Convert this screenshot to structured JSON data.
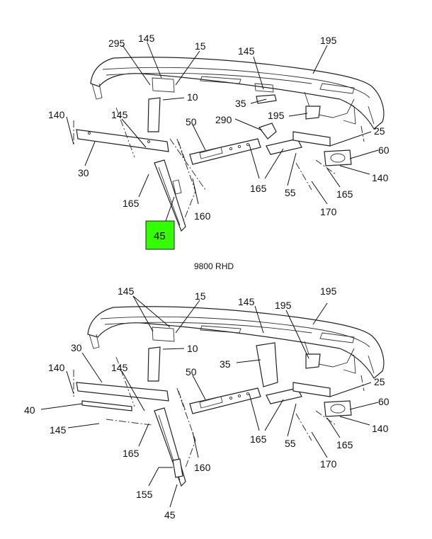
{
  "diagram": {
    "caption": "9800 RHD",
    "highlight_color": "#33ff00",
    "top_view": {
      "labels": {
        "l145a": "145",
        "l295": "295",
        "l15": "15",
        "l145b": "145",
        "l195": "195",
        "l10": "10",
        "l35": "35",
        "l140a": "140",
        "l145c": "145",
        "l290": "290",
        "l195b": "195",
        "l50": "50",
        "l25": "25",
        "l60": "60",
        "l30": "30",
        "l140b": "140",
        "l165a": "165",
        "l165b": "165",
        "l55": "55",
        "l165c": "165",
        "l160": "160",
        "l170": "170",
        "l45": "45"
      }
    },
    "bottom_view": {
      "labels": {
        "l145a": "145",
        "l15": "15",
        "l145b": "145",
        "l195": "195",
        "l195b": "195",
        "l30": "30",
        "l10": "10",
        "l140a": "140",
        "l145c": "145",
        "l35": "35",
        "l50": "50",
        "l25": "25",
        "l40": "40",
        "l60": "60",
        "l145d": "145",
        "l165a": "165",
        "l165b": "165",
        "l55": "55",
        "l165c": "165",
        "l140b": "140",
        "l160": "160",
        "l170": "170",
        "l155": "155",
        "l45": "45"
      }
    }
  }
}
